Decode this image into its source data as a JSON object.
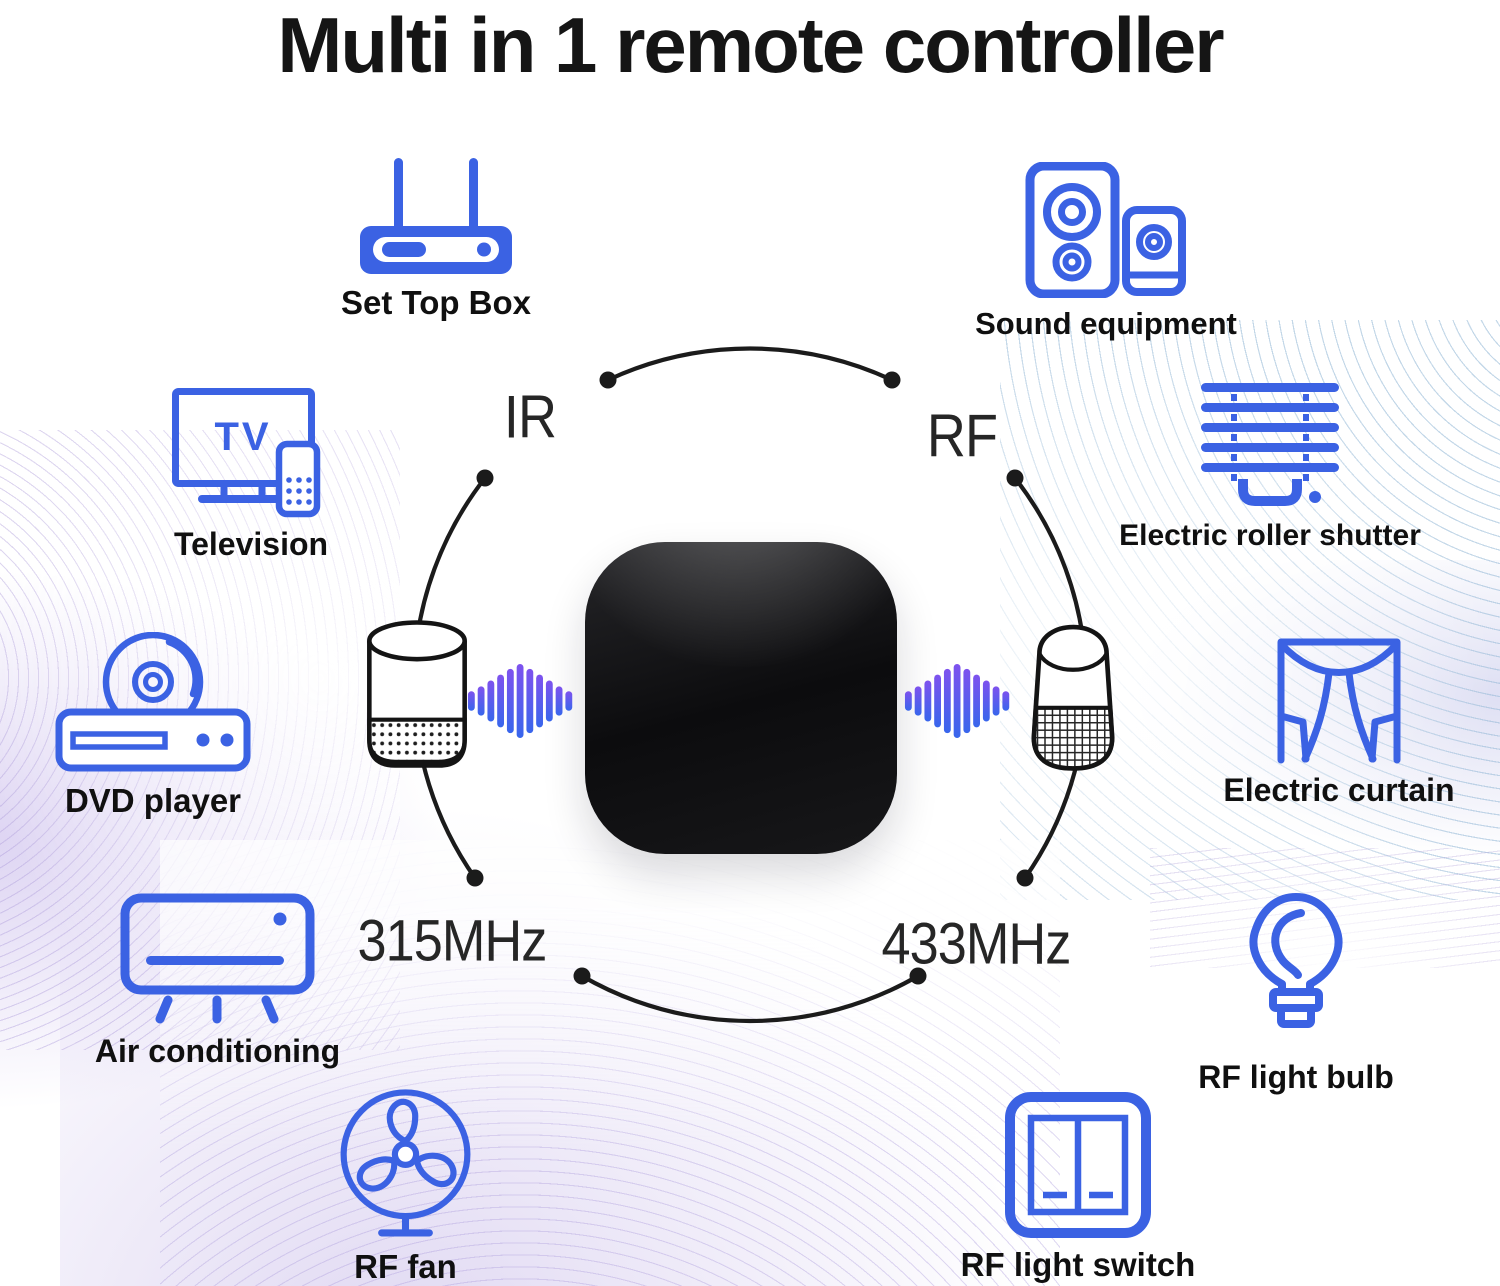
{
  "title": "Multi in 1 remote controller",
  "center": {
    "ir_label": "IR",
    "rf_label": "RF",
    "freq_left_label": "315MHz",
    "freq_right_label": "433MHz"
  },
  "tv_screen_text": "TV",
  "devices": [
    {
      "id": "set-top-box",
      "label": "Set Top Box"
    },
    {
      "id": "sound-equipment",
      "label": "Sound equipment"
    },
    {
      "id": "television",
      "label": "Television"
    },
    {
      "id": "electric-roller-shutter",
      "label": "Electric roller shutter"
    },
    {
      "id": "dvd-player",
      "label": "DVD player"
    },
    {
      "id": "electric-curtain",
      "label": "Electric curtain"
    },
    {
      "id": "air-conditioning",
      "label": "Air conditioning"
    },
    {
      "id": "rf-light-bulb",
      "label": "RF light bulb"
    },
    {
      "id": "rf-fan",
      "label": "RF fan"
    },
    {
      "id": "rf-light-switch",
      "label": "RF light switch"
    }
  ],
  "colors": {
    "accent_blue": "#3B62E3",
    "text_black": "#101010",
    "wave_purple": "#7E52EE",
    "wave_blue": "#3866EC"
  }
}
